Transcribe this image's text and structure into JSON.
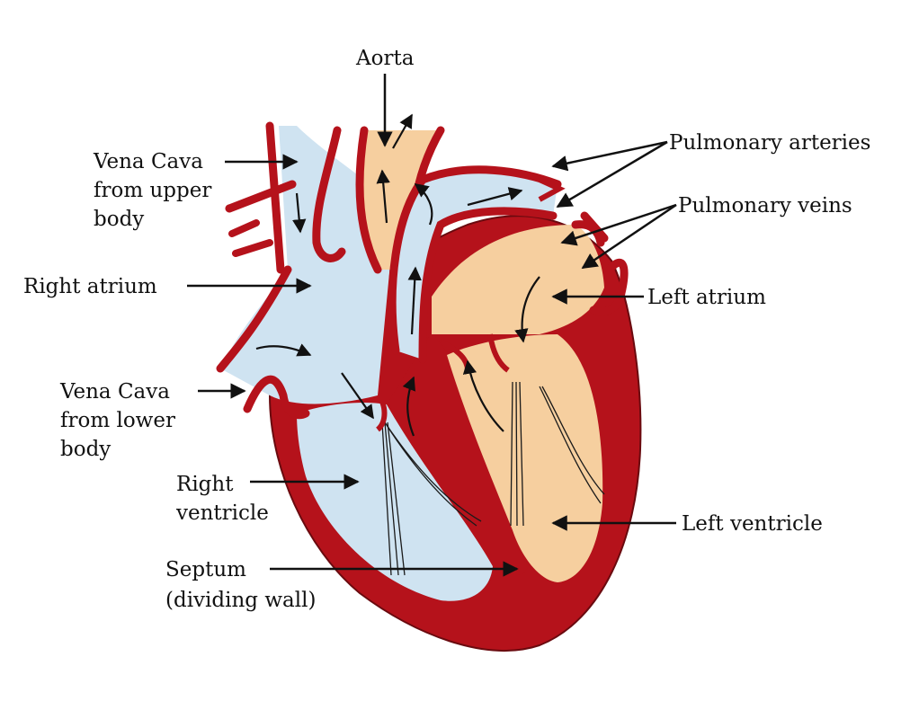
{
  "title": "Structure of the human heart",
  "colors": {
    "muscle": "#b5121b",
    "deoxygenated": "#cfe3f1",
    "oxygenated": "#f6cf9f",
    "arrow": "#111111"
  },
  "labels": {
    "aorta": "Aorta",
    "pulmonary_arteries": "Pulmonary arteries",
    "pulmonary_veins": "Pulmonary veins",
    "vena_cava_upper": [
      "Vena Cava",
      "from upper",
      "body"
    ],
    "right_atrium": "Right atrium",
    "left_atrium": "Left atrium",
    "vena_cava_lower": [
      "Vena Cava",
      "from lower",
      "body"
    ],
    "right_ventricle": [
      "Right",
      "ventricle"
    ],
    "left_ventricle": "Left ventricle",
    "septum": [
      "Septum",
      "(dividing wall)"
    ]
  }
}
